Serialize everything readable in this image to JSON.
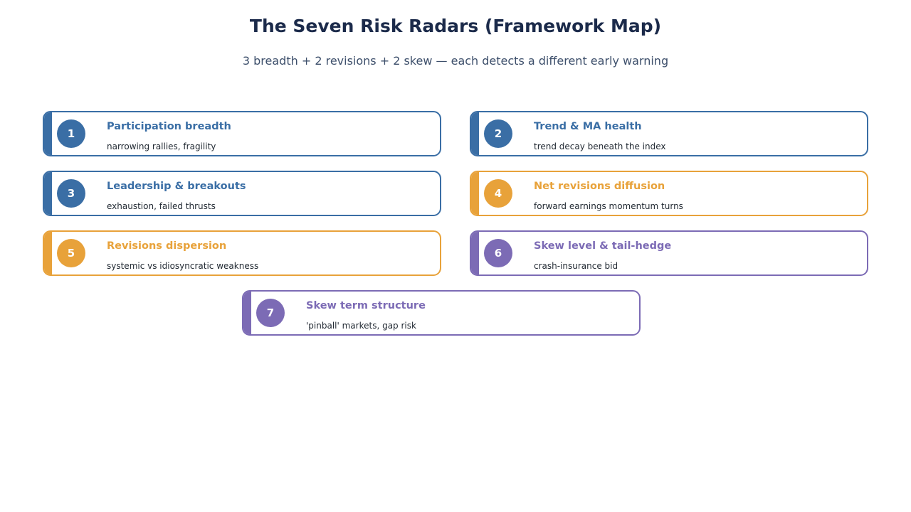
{
  "header": {
    "title": "The Seven Risk Radars (Framework Map)",
    "subtitle": "3 breadth + 2 revisions + 2 skew — each detects a different early warning"
  },
  "colors": {
    "breadth": "#3a6ea5",
    "revisions": "#e8a23a",
    "skew": "#7c6bb5"
  },
  "radars": [
    {
      "number": "1",
      "name": "Participation breadth",
      "desc": "narrowing rallies, fragility",
      "group": "breadth"
    },
    {
      "number": "2",
      "name": "Trend & MA health",
      "desc": "trend decay beneath the index",
      "group": "breadth"
    },
    {
      "number": "3",
      "name": "Leadership & breakouts",
      "desc": "exhaustion, failed thrusts",
      "group": "breadth"
    },
    {
      "number": "4",
      "name": "Net revisions diffusion",
      "desc": "forward earnings momentum turns",
      "group": "revisions"
    },
    {
      "number": "5",
      "name": "Revisions dispersion",
      "desc": "systemic vs idiosyncratic weakness",
      "group": "revisions"
    },
    {
      "number": "6",
      "name": "Skew level & tail-hedge",
      "desc": "crash-insurance bid",
      "group": "skew"
    },
    {
      "number": "7",
      "name": "Skew term structure",
      "desc": "'pinball' markets, gap risk",
      "group": "skew"
    }
  ]
}
